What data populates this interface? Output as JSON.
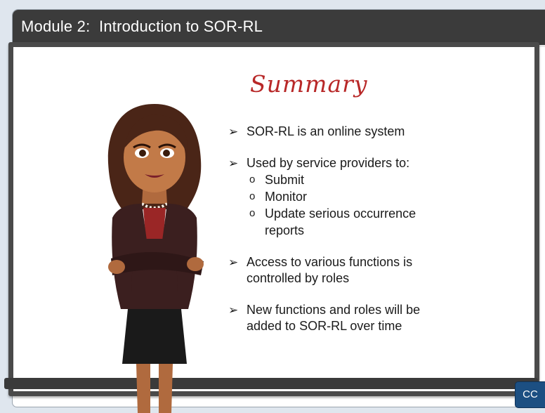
{
  "header": {
    "title": "Module 2:  Introduction to SOR-RL"
  },
  "slide": {
    "heading": "Summary",
    "bullet_marker": "➢",
    "sub_marker": "o",
    "bullets": [
      {
        "text": "SOR-RL is an online system"
      },
      {
        "text": "Used by service providers to:",
        "subitems": [
          "Submit",
          "Monitor",
          "Update serious occurrence",
          "reports"
        ]
      },
      {
        "line1": "Access to various functions is",
        "line2": "controlled by roles"
      },
      {
        "line1": "New functions and roles will be",
        "line2": "added to SOR-RL over time"
      }
    ]
  },
  "controls": {
    "cc_label": "CC"
  },
  "colors": {
    "title_bar": "#3b3b3b",
    "heading": "#b82828",
    "cc_button": "#1c4f82"
  },
  "icons": {
    "character": "presenter-avatar",
    "bullet": "arrowhead-bullet",
    "sub_bullet": "hollow-circle-bullet"
  }
}
